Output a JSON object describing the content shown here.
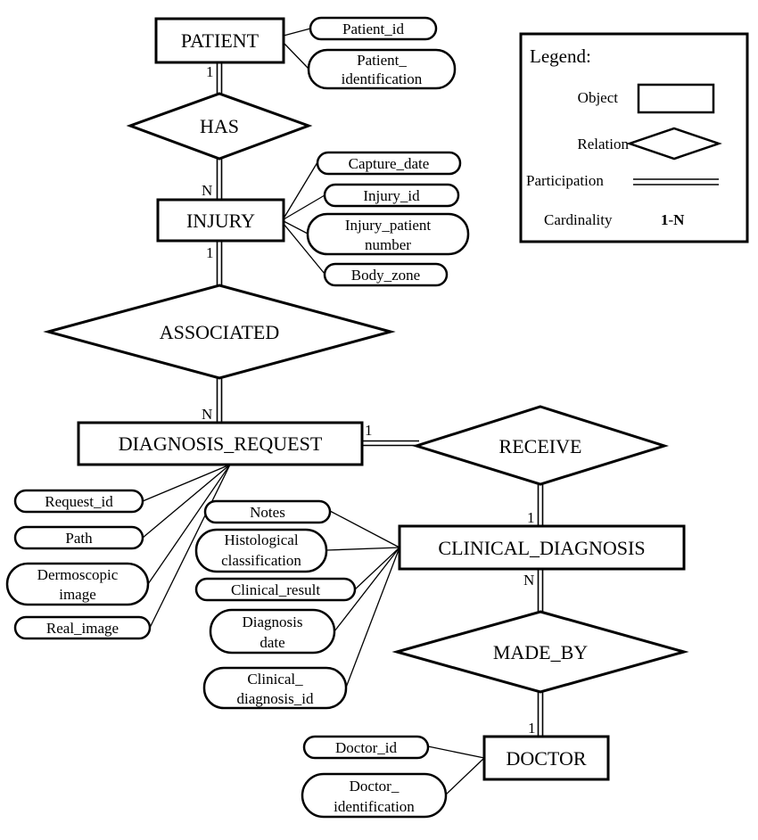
{
  "entities": {
    "patient": "PATIENT",
    "injury": "INJURY",
    "diagnosis_request": "DIAGNOSIS_REQUEST",
    "clinical_diagnosis": "CLINICAL_DIAGNOSIS",
    "doctor": "DOCTOR"
  },
  "relations": {
    "has": "HAS",
    "associated": "ASSOCIATED",
    "receive": "RECEIVE",
    "made_by": "MADE_BY"
  },
  "attributes": {
    "patient_id": [
      "Patient_id"
    ],
    "patient_identification": [
      "Patient_",
      "identification"
    ],
    "capture_date": [
      "Capture_date"
    ],
    "injury_id": [
      "Injury_id"
    ],
    "injury_patient_number": [
      "Injury_patient",
      "number"
    ],
    "body_zone": [
      "Body_zone"
    ],
    "request_id": [
      "Request_id"
    ],
    "path": [
      "Path"
    ],
    "dermoscopic_image": [
      "Dermoscopic",
      "image"
    ],
    "real_image": [
      "Real_image"
    ],
    "notes": [
      "Notes"
    ],
    "histological_classification": [
      "Histological",
      "classification"
    ],
    "clinical_result": [
      "Clinical_result"
    ],
    "diagnosis_date": [
      "Diagnosis",
      "date"
    ],
    "clinical_diagnosis_id": [
      "Clinical_",
      "diagnosis_id"
    ],
    "doctor_id": [
      "Doctor_id"
    ],
    "doctor_identification": [
      "Doctor_",
      "identification"
    ]
  },
  "cardinalities": {
    "patient_has": "1",
    "has_injury": "N",
    "injury_associated": "1",
    "associated_request": "N",
    "request_receive": "1",
    "receive_clinical": "1",
    "clinical_madeby": "N",
    "madeby_doctor": "1"
  },
  "legend": {
    "title": "Legend:",
    "object": "Object",
    "relation": "Relation",
    "participation": "Participation",
    "cardinality": "Cardinality",
    "cardinality_value_1": "1",
    "cardinality_value_sep": "-",
    "cardinality_value_n": "N"
  }
}
